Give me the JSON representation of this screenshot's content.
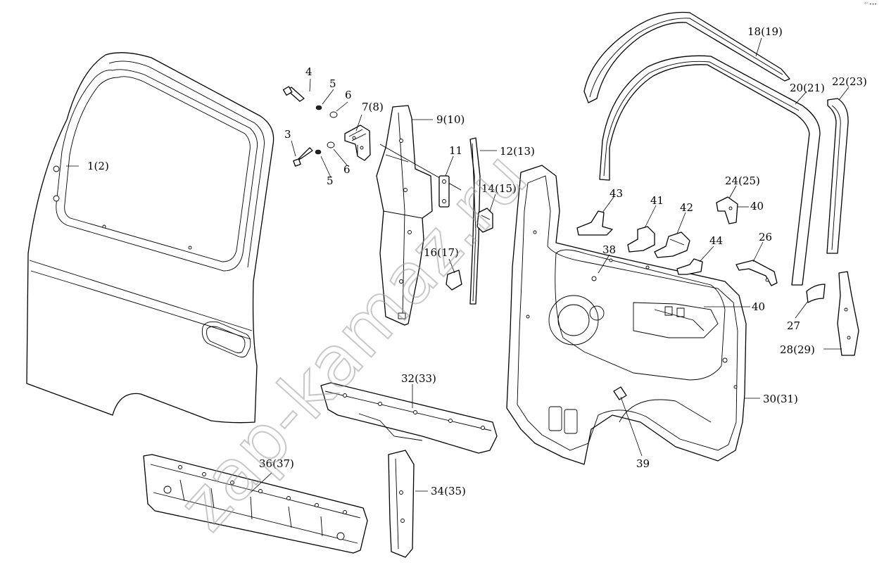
{
  "watermark": "zap-kamaz.ru",
  "corner_text": "°″ •••",
  "callouts": {
    "c1": "1(2)",
    "c3": "3",
    "c4": "4",
    "c5a": "5",
    "c5b": "5",
    "c6a": "6",
    "c6b": "6",
    "c7": "7(8)",
    "c9": "9(10)",
    "c11": "11",
    "c12": "12(13)",
    "c14": "14(15)",
    "c16": "16(17)",
    "c18": "18(19)",
    "c20": "20(21)",
    "c22": "22(23)",
    "c24": "24(25)",
    "c26": "26",
    "c27": "27",
    "c28": "28(29)",
    "c30": "30(31)",
    "c32": "32(33)",
    "c34": "34(35)",
    "c36": "36(37)",
    "c38": "38",
    "c39": "39",
    "c40a": "40",
    "c40b": "40",
    "c41": "41",
    "c42": "42",
    "c43": "43",
    "c44": "44"
  }
}
